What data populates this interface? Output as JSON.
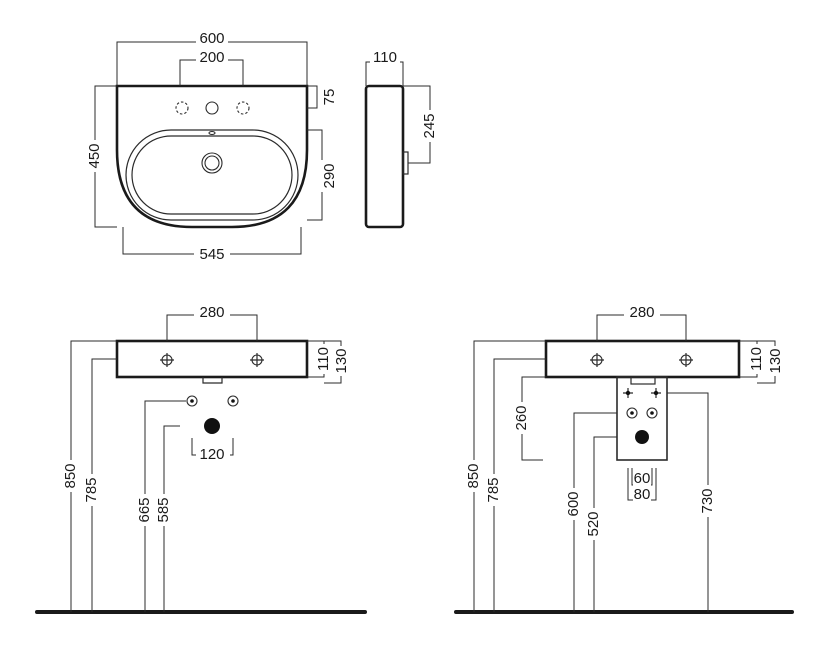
{
  "plan_view": {
    "width_overall": "600",
    "tap_spacing": "200",
    "tap_offset": "75",
    "depth_overall": "450",
    "bowl_depth": "290",
    "bowl_width": "545"
  },
  "side_view": {
    "thickness": "110",
    "outlet_height": "245"
  },
  "elevation_left": {
    "fixing_spacing": "280",
    "basin_height": "110",
    "basin_height_with_outlet": "130",
    "top_height": "850",
    "underside_height": "785",
    "supply_height": "665",
    "waste_height": "585",
    "supply_spacing": "120"
  },
  "elevation_right": {
    "fixing_spacing": "280",
    "basin_height": "110",
    "basin_height_with_outlet": "130",
    "top_height": "850",
    "underside_height": "785",
    "pedestal_height": "260",
    "supply_height": "600",
    "waste_height": "520",
    "pedestal_bottom_height": "730",
    "inner_width": "60",
    "outer_width": "80"
  }
}
